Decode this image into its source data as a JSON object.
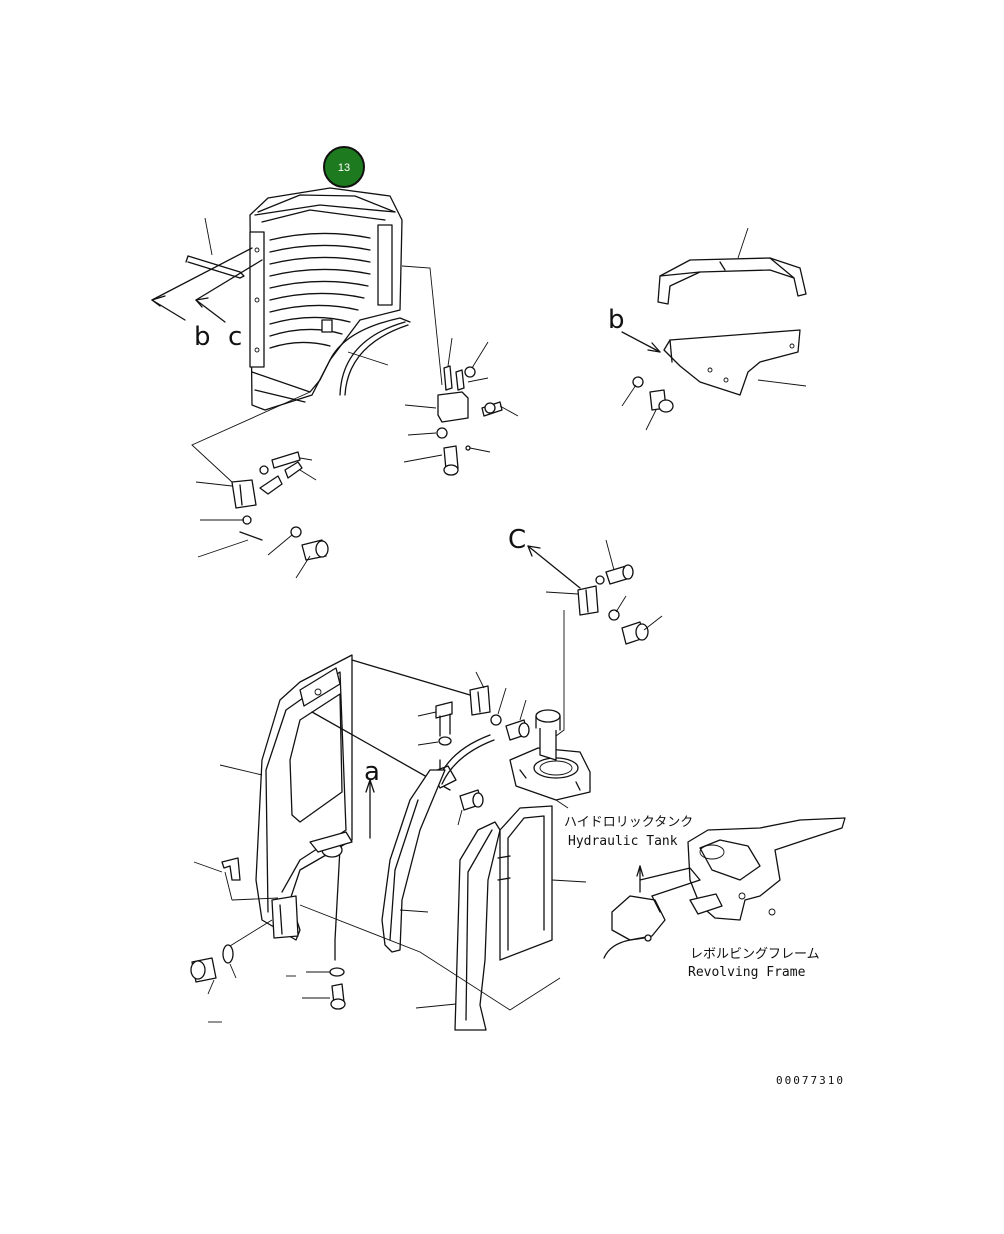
{
  "badge": {
    "number": "13",
    "color": "#1e7a1e"
  },
  "callouts": {
    "b1": "b",
    "c1": "c",
    "b2": "b",
    "c2": "C",
    "a": "a"
  },
  "hydraulic_tank": {
    "jp": "ハイドロリックタンク",
    "en": "Hydraulic Tank"
  },
  "revolving_frame": {
    "jp": "レボルビングフレーム",
    "en": "Revolving Frame"
  },
  "drawing_number": "00077310"
}
